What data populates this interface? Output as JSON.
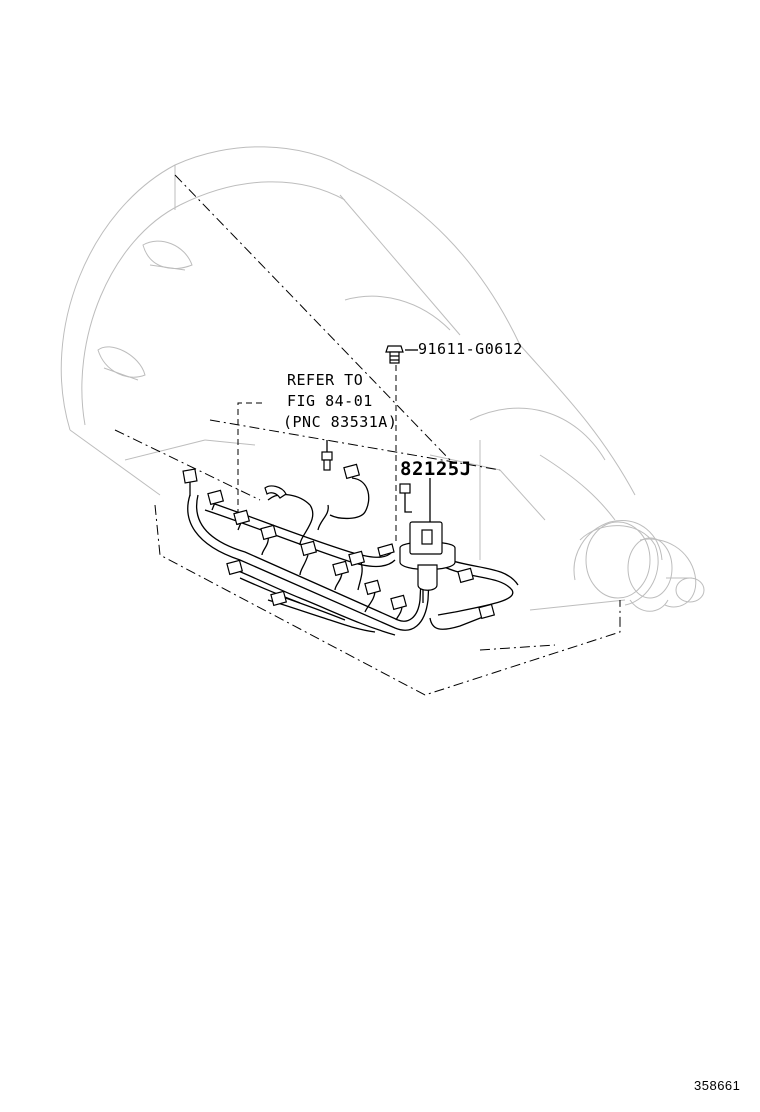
{
  "callouts": {
    "bolt_part_number": "91611-G0612",
    "refer_line1": "REFER TO",
    "refer_line2": "FIG 84-01",
    "refer_line3": "(PNC 83531A)",
    "sensor_part_number": "82125J"
  },
  "footer": {
    "illustration_id": "358661"
  }
}
